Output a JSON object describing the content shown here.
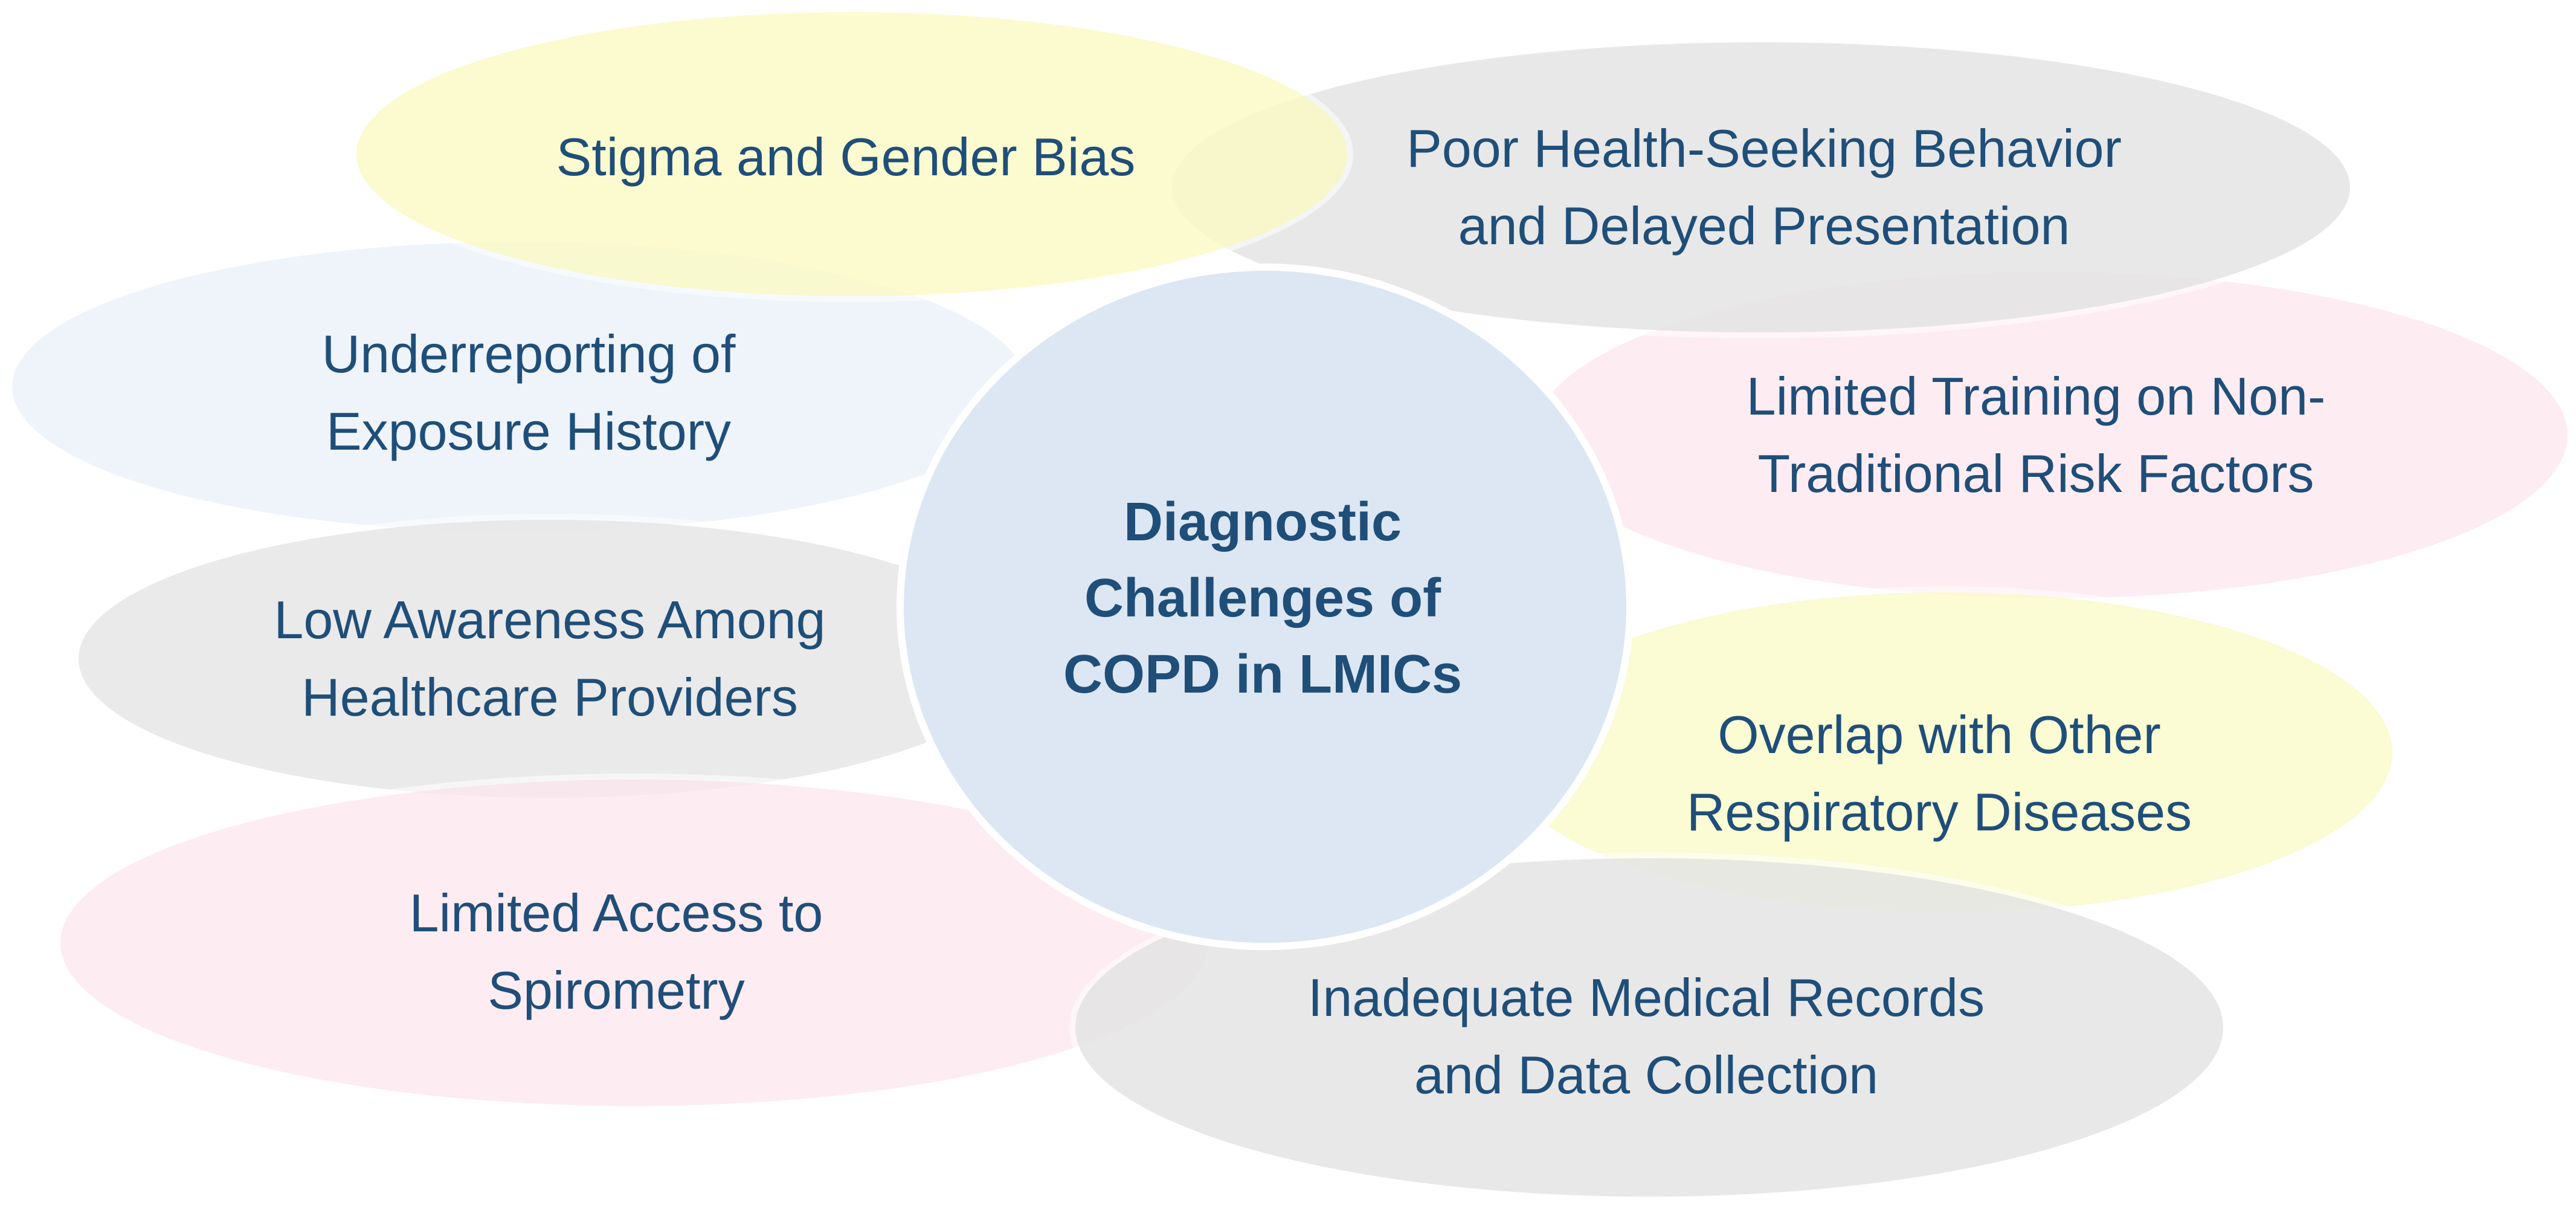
{
  "diagram": {
    "center": {
      "lines": [
        "Diagnostic",
        "Challenges of",
        "COPD in LMICs"
      ]
    },
    "nodes": {
      "stigma": {
        "lines": [
          "Stigma and Gender Bias"
        ],
        "color": "#FAFAD2"
      },
      "poor_health": {
        "lines": [
          "Poor Health-Seeking Behavior",
          "and Delayed Presentation"
        ],
        "color": "#EDEDED"
      },
      "underreporting": {
        "lines": [
          "Underreporting of",
          "Exposure History"
        ],
        "color": "#F0F5FA"
      },
      "limited_training": {
        "lines": [
          "Limited Training on Non-",
          "Traditional Risk Factors"
        ],
        "color": "#FDEEF1"
      },
      "low_awareness": {
        "lines": [
          "Low Awareness Among",
          "Healthcare Providers"
        ],
        "color": "#ECECEC"
      },
      "overlap": {
        "lines": [
          "Overlap with Other",
          "Respiratory Diseases"
        ],
        "color": "#FAFAD2"
      },
      "limited_access": {
        "lines": [
          "Limited Access to",
          "Spirometry"
        ],
        "color": "#FDEEF1"
      },
      "inadequate_records": {
        "lines": [
          "Inadequate Medical Records",
          "and Data Collection"
        ],
        "color": "#ECECEC"
      }
    },
    "center_color": "#DCE7F3",
    "text_color": "#1F4E79"
  }
}
